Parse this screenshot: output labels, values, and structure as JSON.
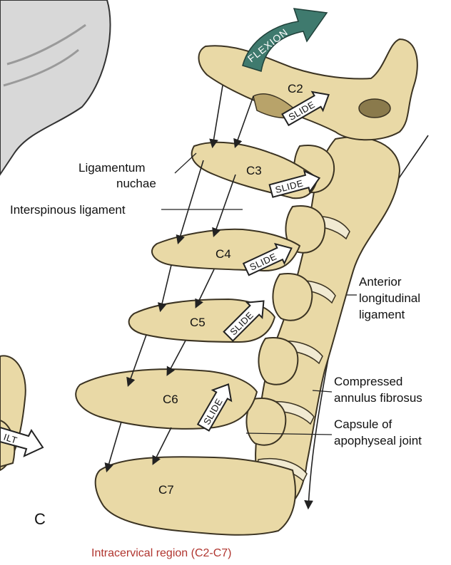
{
  "figure": {
    "panel_letter": "C",
    "caption": "Intracervical region (C2-C7)",
    "motion_label": "FLEXION",
    "partial_left_arrow_label": "ILT"
  },
  "vertebrae": [
    "C2",
    "C3",
    "C4",
    "C5",
    "C6",
    "C7"
  ],
  "slide_labels": [
    "SLIDE",
    "SLIDE",
    "SLIDE",
    "SLIDE",
    "SLIDE"
  ],
  "labels": {
    "ligamentum_nuchae_1": "Ligamentum",
    "ligamentum_nuchae_2": "nuchae",
    "interspinous": "Interspinous ligament",
    "anterior_1": "Anterior",
    "anterior_2": "longitudinal",
    "anterior_3": "ligament",
    "compressed_1": "Compressed",
    "compressed_2": "annulus fibrosus",
    "capsule_1": "Capsule of",
    "capsule_2": "apophyseal joint"
  },
  "colors": {
    "bone": "#e9d9a6",
    "flexion_arrow": "#3f7a6e",
    "caption": "#b0352f",
    "skull": "#d8d8d8"
  }
}
